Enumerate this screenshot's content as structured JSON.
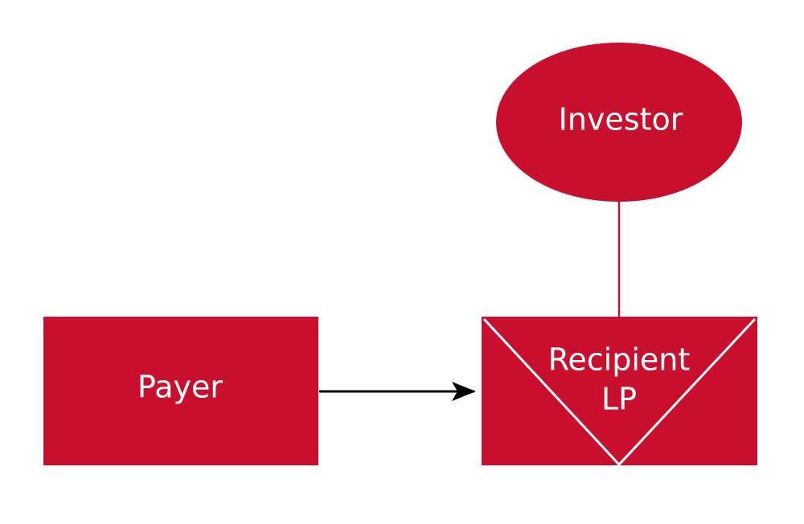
{
  "colors": {
    "node_fill": "#c8102e",
    "node_text": "#ffffff",
    "arrow": "#000000",
    "connector": "#c8102e",
    "background": "#ffffff"
  },
  "nodes": {
    "investor": {
      "shape": "ellipse",
      "label": "Investor"
    },
    "payer": {
      "shape": "rectangle",
      "label": "Payer"
    },
    "recipient": {
      "shape": "envelope",
      "label_line1": "Recipient",
      "label_line2": "LP"
    }
  },
  "edges": [
    {
      "from": "payer",
      "to": "recipient",
      "style": "arrow"
    },
    {
      "from": "investor",
      "to": "recipient",
      "style": "line"
    }
  ]
}
